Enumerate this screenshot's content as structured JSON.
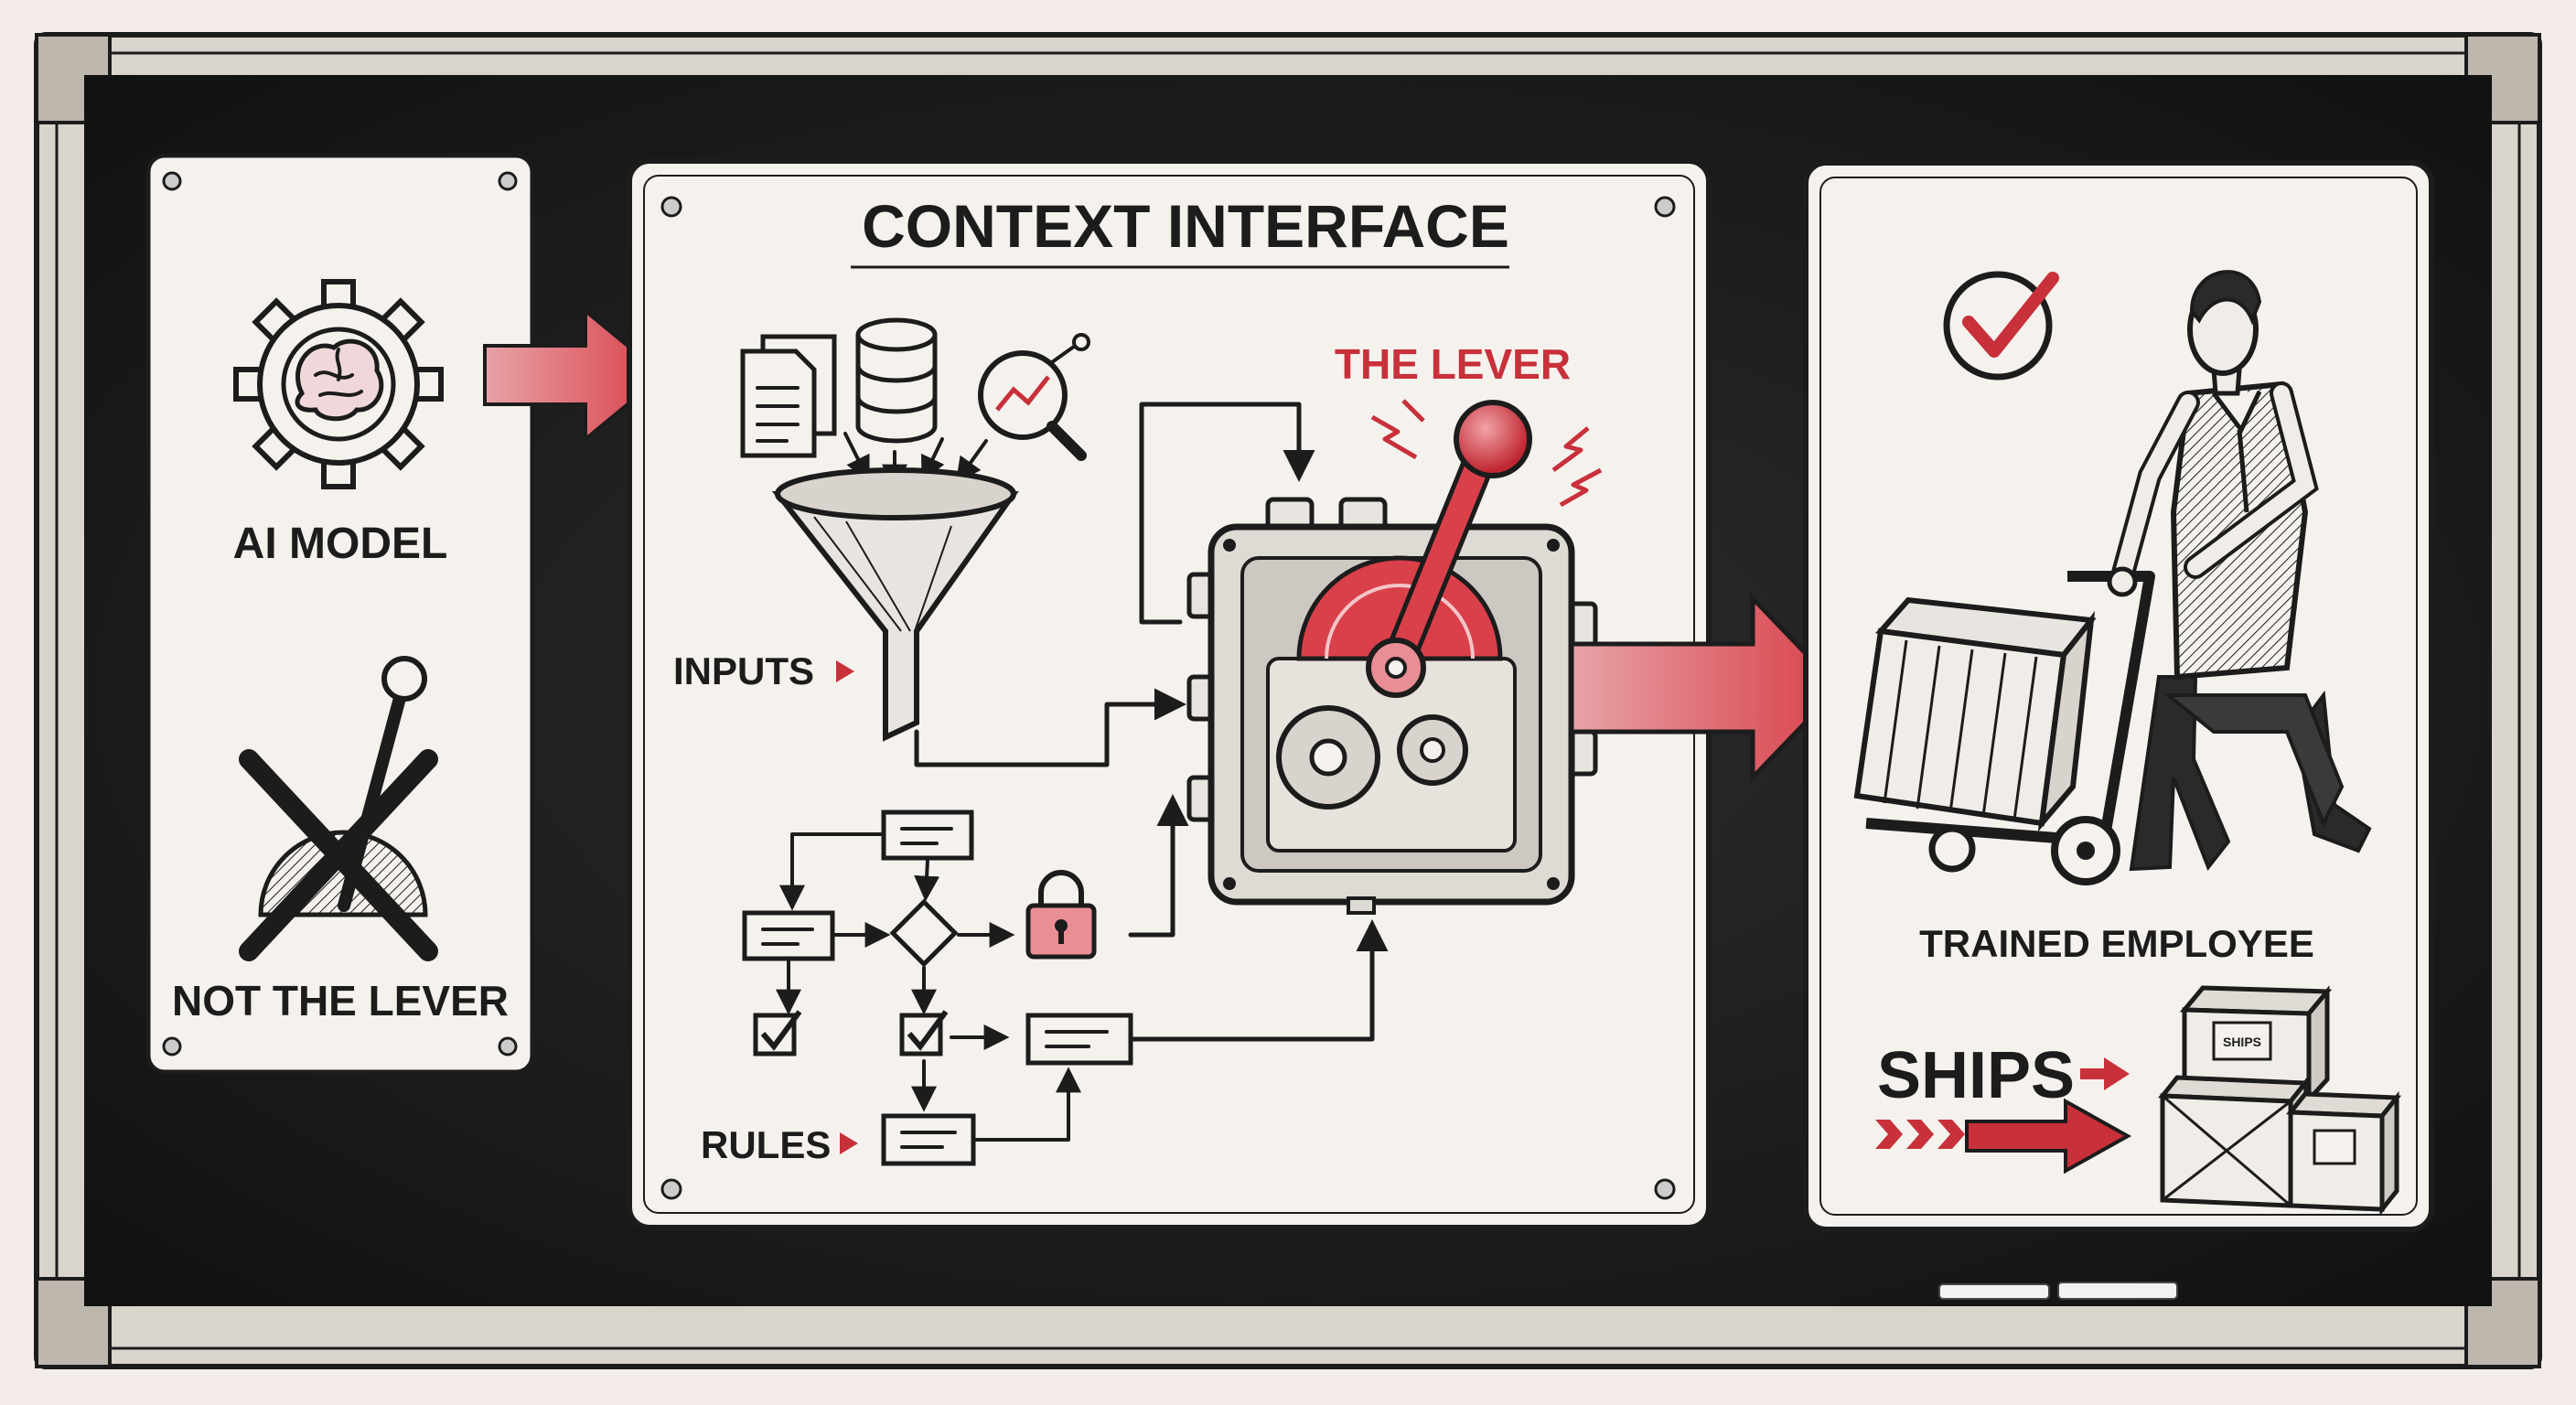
{
  "left_panel": {
    "model_label": "AI MODEL",
    "not_lever_label": "NOT THE LEVER"
  },
  "center_panel": {
    "title": "CONTEXT INTERFACE",
    "lever_label": "THE LEVER",
    "inputs_label": "INPUTS",
    "rules_label": "RULES"
  },
  "right_panel": {
    "employee_label": "TRAINED EMPLOYEE",
    "ships_label": "SHIPS",
    "box_tag": "SHIPS"
  },
  "colors": {
    "accent_red": "#c8303a",
    "chalkboard": "#1b1b1b",
    "panel_paper": "#f5f2ee",
    "ink": "#1c1c1c",
    "frame_wood": "#d9d4cc"
  },
  "icons": [
    "brain-gear-icon",
    "lever-crossed-icon",
    "documents-icon",
    "database-icon",
    "magnifier-chart-icon",
    "funnel-icon",
    "flowchart-icon",
    "padlock-icon",
    "machine-icon",
    "checkmark-circle-icon",
    "worker-hand-truck-icon",
    "shipping-boxes-icon"
  ]
}
